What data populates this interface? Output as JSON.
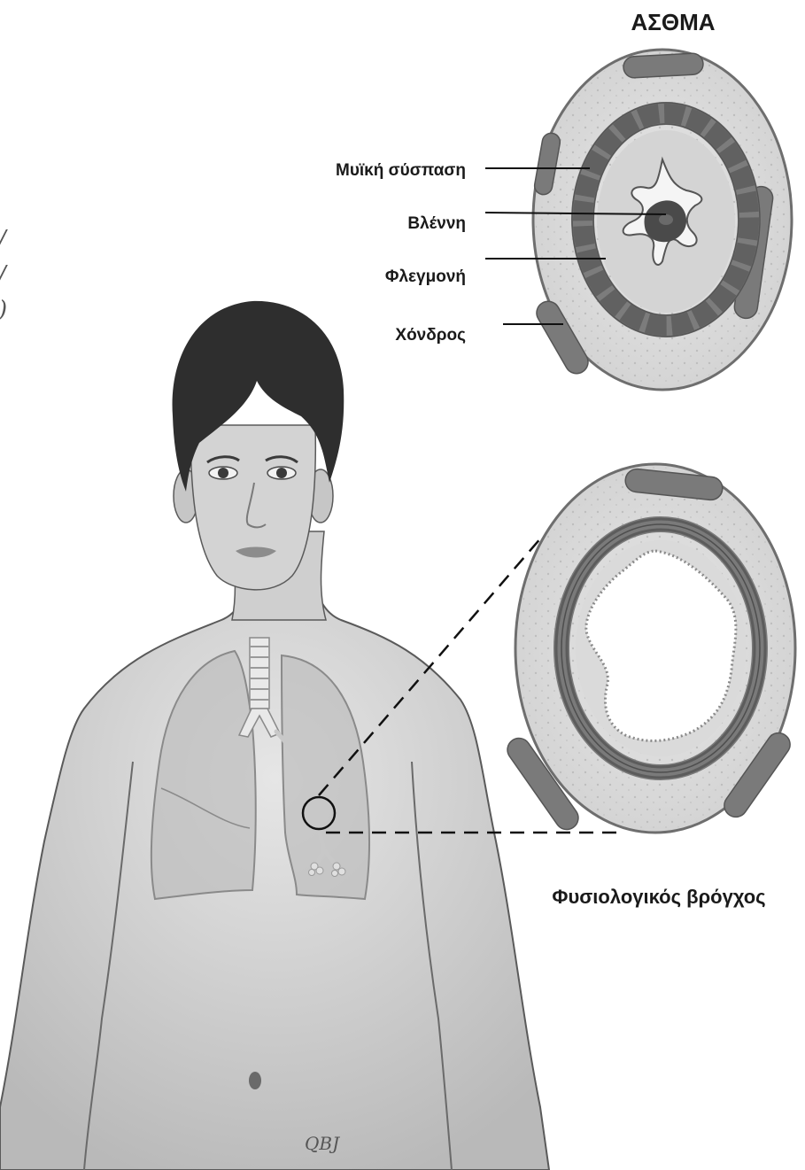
{
  "diagram": {
    "title": "ΑΣΘΜΑ",
    "labels": {
      "muscle": "Μυϊκή σύσπαση",
      "mucus": "Βλέννη",
      "inflammation": "Φλεγμονή",
      "cartilage": "Χόνδρος",
      "normal": "Φυσιολογικός βρόγχος"
    },
    "signature": "QBJ",
    "edge_marks": [
      "/",
      "/",
      ")"
    ]
  }
}
